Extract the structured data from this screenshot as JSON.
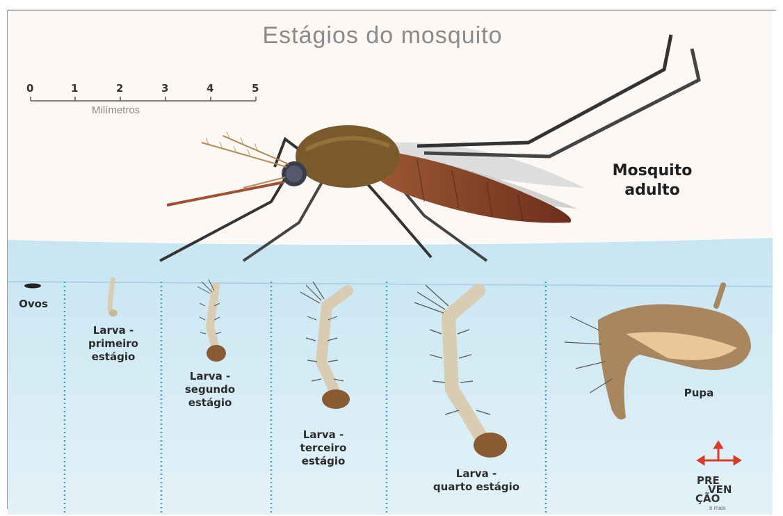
{
  "title": "Estágios do mosquito",
  "scale": {
    "ticks": [
      "0",
      "1",
      "2",
      "3",
      "4",
      "5"
    ],
    "unit": "Milímetros"
  },
  "stages": {
    "adult": "Mosquito\nadulto",
    "eggs": "Ovos",
    "larva1": "Larva -\nprimeiro\nestágio",
    "larva2": "Larva -\nsegundo\nestágio",
    "larva3": "Larva -\nterceiro\nestágio",
    "larva4": "Larva -\nquarto estágio",
    "pupa": "Pupa"
  },
  "logo": {
    "line1": "PRE",
    "line2": "VEN",
    "line3": "ÇÃO",
    "sub": "e mais"
  },
  "colors": {
    "water": "#cfe9f4",
    "water_deep": "#dbeff7",
    "sky": "#fbf8f6",
    "body": "#8b4a2e",
    "thorax": "#7a5a2c",
    "larva": "#d9ccb3",
    "pupa": "#a8865f",
    "divider": "#3aa6c4",
    "logo_red": "#d93a2b"
  }
}
